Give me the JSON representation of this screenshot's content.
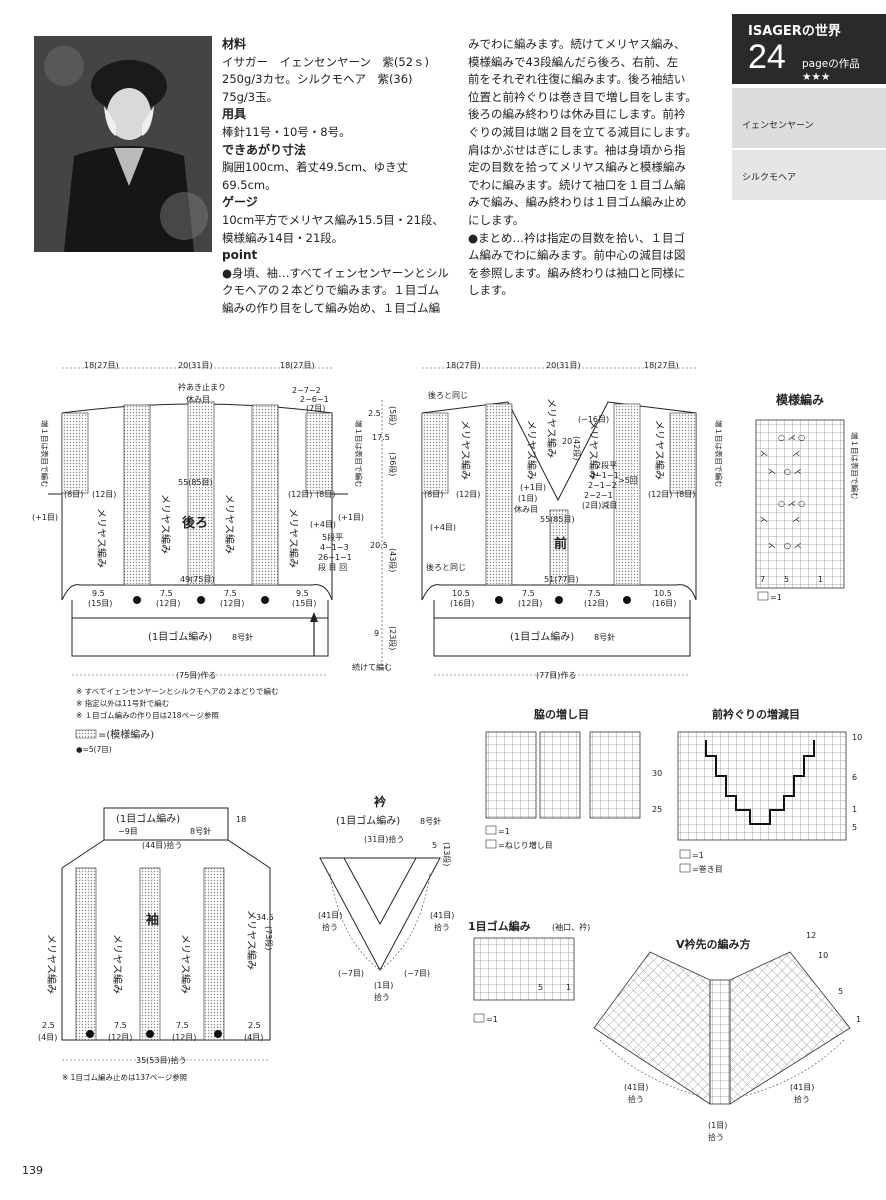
{
  "header": {
    "series": "ISAGERの世界",
    "page_num": "24",
    "page_suffix": "pageの作品★★★",
    "yarn1": "イェンセンヤーン",
    "yarn2": "シルクモヘア"
  },
  "materials": {
    "h_material": "材料",
    "material_1": "イサガー　イェンセンヤーン　紫(52ｓ)",
    "material_2": "250g/3カセ。シルクモヘア　紫(36)",
    "material_3": "75g/3玉。",
    "h_tools": "用具",
    "tools": "棒針11号・10号・8号。",
    "h_size": "できあがり寸法",
    "size": "胸囲100cm、着丈49.5cm、ゆき丈69.5cm。",
    "h_gauge": "ゲージ",
    "gauge_1": "10cm平方でメリヤス編み15.5目・21段、",
    "gauge_2": "模様編み14目・21段。",
    "h_point": "point",
    "point_1": "●身頃、袖…すべてイェンセンヤーンとシル",
    "point_2": "クモヘアの２本どりで編みます。１目ゴム",
    "point_3": "編みの作り目をして編み始め、１目ゴム編"
  },
  "instructions": {
    "l1": "みでわに編みます。続けてメリヤス編み、",
    "l2": "模様編みで43段編んだら後ろ、右前、左",
    "l3": "前をそれぞれ往復に編みます。後ろ袖結い",
    "l4": "位置と前衿ぐりは巻き目で増し目をします。",
    "l5": "後ろの編み終わりは休み目にします。前衿",
    "l6": "ぐりの減目は端２目を立てる減目にします。",
    "l7": "肩はかぶせはぎにします。袖は身頃から指",
    "l8": "定の目数を拾ってメリヤス編みと模様編み",
    "l9": "でわに編みます。続けて袖口を１目ゴム編",
    "l10": "みで編み、編み終わりは１目ゴム編み止め",
    "l11": "にします。",
    "l12": "●まとめ…衿は指定の目数を拾い、１目ゴ",
    "l13": "ム編みでわに編みます。前中心の減目は図",
    "l14": "を参照します。編み終わりは袖口と同様に",
    "l15": "します。"
  },
  "back": {
    "title": "後ろ",
    "w_left": "18(27目)",
    "w_center": "20(31目)",
    "w_right": "18(27目)",
    "neck_rest": "衿あき止まり",
    "rest": "休み目",
    "dec_1": "2−7−2",
    "dec_2": "2−6−1",
    "dec_3": "(7目)",
    "side_note": "端１目は表目で編む",
    "side_note_r": "端１目は表目で編む",
    "st_55": "55(85目)",
    "st_49": "49(75目)",
    "knit": "メリヤス編み",
    "e8l": "(8目)",
    "e12l": "(12目)",
    "e12r": "(12目)",
    "e8r": "(8目)",
    "p1l": "(+1目)",
    "p1r": "(+1目)",
    "p4": "(+4目)",
    "b95l": "9.5",
    "b15l": "(15目)",
    "b75a": "7.5",
    "b12a": "(12目)",
    "b75b": "7.5",
    "b12b": "(12目)",
    "b95r": "9.5",
    "b15r": "(15目)",
    "rib": "(1目ゴム編み)",
    "needle8": "8号針",
    "cast": "(75目)作る",
    "h25": "2.5",
    "h5r": "(5段)",
    "h175": "17.5",
    "h36": "(36段)",
    "inc_1": "5段平",
    "inc_2": "4−1−3",
    "inc_3": "26−1−1",
    "inc_4": "段 目 回",
    "h205": "20.5",
    "h43": "(43段)",
    "h9": "9",
    "h23": "(23段)",
    "cont": "続けて編む"
  },
  "front": {
    "title": "前",
    "w_left": "18(27目)",
    "w_center": "20(31目)",
    "w_right": "18(27目)",
    "same": "後ろと同じ",
    "m16": "(−16目)",
    "h20": "20",
    "h42": "(42段)",
    "dec_1": "2段平",
    "dec_2": "4−1−1",
    "dec_3": "2−1−2",
    "dec_4": "2−2−1",
    "dec_5": "(2目)減目",
    "p5": ">5回",
    "p1": "(+1目)",
    "one": "(1目)",
    "rest": "休み目",
    "st_55": "55(85目)",
    "st_51": "51(77目)",
    "knit": "メリヤス編み",
    "e8l": "(8目)",
    "e12l": "(12目)",
    "e12r": "(12目)",
    "e8r": "(8目)",
    "p4": "(+4目)",
    "same2": "後ろと同じ",
    "b105l": "10.5",
    "b16l": "(16目)",
    "b75a": "7.5",
    "b12a": "(12目)",
    "b75b": "7.5",
    "b12b": "(12目)",
    "b105r": "10.5",
    "b16r": "(16目)",
    "rib": "(1目ゴム編み)",
    "needle8": "8号針",
    "cast": "(77目)作る",
    "side_note": "端１目は表目で編む"
  },
  "notes": {
    "n1": "※ すべてイェンセンヤーンとシルクモヘアの２本どりで編む",
    "n2": "※ 指定以外は11号針で編む",
    "n3": "※ １目ゴム編みの作り目は218ページ参照",
    "legend_pat": "=(模様編み)",
    "legend_dot": "●=5(7目)"
  },
  "pattern_chart": {
    "title": "模様編み",
    "side": "端１目は表目で編む",
    "n7": "7",
    "n5": "5",
    "n1": "1",
    "legend": "=1"
  },
  "side_inc": {
    "title": "脇の増し目",
    "m30": "30",
    "m25": "25",
    "leg1": "=1",
    "leg2": "=ねじり増し目"
  },
  "front_neck": {
    "title": "前衿ぐりの増減目",
    "m10": "10",
    "m5": "5",
    "m1": "1",
    "m6": "6",
    "leg1": "=1",
    "leg2": "=巻き目"
  },
  "sleeve": {
    "title": "袖",
    "rib": "(1目ゴム編み)",
    "n9": "−9目",
    "pick": "(44目)拾う",
    "needle8": "8号針",
    "h18": "18",
    "h7": "段",
    "h345": "34.5",
    "h73": "(73段)",
    "knit": "メリヤス編み",
    "b25l": "2.5",
    "b4l": "(4目)",
    "b75a": "7.5",
    "b12a": "(12目)",
    "b75b": "7.5",
    "b12b": "(12目)",
    "b25r": "2.5",
    "b4r": "(4目)",
    "total": "35(53目)拾う",
    "note": "※ 1目ゴム編み止めは137ページ参照"
  },
  "collar": {
    "title": "衿",
    "sub": "(1目ゴム編み)",
    "needle8": "8号針",
    "pick31": "(31目)拾う",
    "h5": "5",
    "h13": "(13段)",
    "pick41l": "(41目)",
    "pick41l2": "拾う",
    "pick41r": "(41目)",
    "pick41r2": "拾う",
    "m7l": "(−7目)",
    "m7r": "(−7目)",
    "one": "(1目)",
    "one2": "拾う"
  },
  "rib_chart": {
    "title": "1目ゴム編み",
    "sub": "(袖口、衿)",
    "n5": "5",
    "n1": "1",
    "leg": "=1"
  },
  "vneck": {
    "title": "V衿先の編み方",
    "m12": "12",
    "m10": "10",
    "m5": "5",
    "m1": "1",
    "pick41l": "(41目)",
    "pick41l2": "拾う",
    "pick41r": "(41目)",
    "pick41r2": "拾う",
    "one": "(1目)",
    "one2": "拾う"
  },
  "page": {
    "number": "139"
  }
}
